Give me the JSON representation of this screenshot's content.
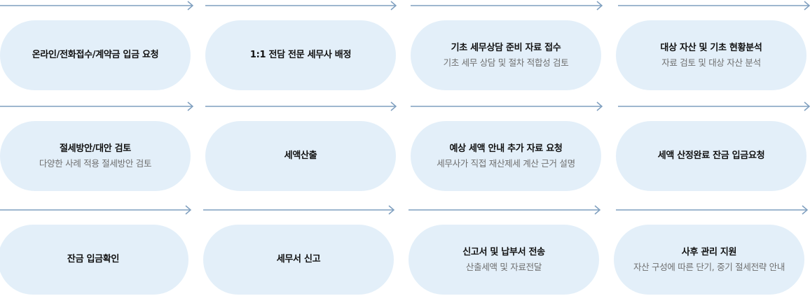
{
  "colors": {
    "pill_background": "#e3eff9",
    "arrow": "#7f9fbf",
    "title_text": "#111111",
    "subtitle_text": "#6f6f6f"
  },
  "rows": [
    {
      "steps": [
        {
          "title": "온라인/전화접수/계약금 입금 요청",
          "subtitle": ""
        },
        {
          "title": "1:1 전담 전문 세무사 배정",
          "subtitle": ""
        },
        {
          "title": "기초 세무상담 준비 자료 접수",
          "subtitle": "기초 세무 상담 및 절차 적합성 검토"
        },
        {
          "title": "대상 자산 및 기초 현황분석",
          "subtitle": "자료 검토 및 대상 자산 분석"
        }
      ]
    },
    {
      "steps": [
        {
          "title": "절세방안/대안 검토",
          "subtitle": "다양한 사례 적용 절세방안 검토"
        },
        {
          "title": "세액산출",
          "subtitle": ""
        },
        {
          "title": "예상 세액 안내 추가 자료 요청",
          "subtitle": "세무사가 직접 재산제세 계산 근거 설명"
        },
        {
          "title": "세액 산정완료 잔금 입금요청",
          "subtitle": ""
        }
      ]
    },
    {
      "steps": [
        {
          "title": "잔금 입금확인",
          "subtitle": ""
        },
        {
          "title": "세무서 신고",
          "subtitle": ""
        },
        {
          "title": "신고서 및 납부서 전송",
          "subtitle": "산출세액 및 자료전달"
        },
        {
          "title": "사후 관리 지원",
          "subtitle": "자산 구성에 따른 단기, 중기 절세전략 안내"
        }
      ]
    }
  ]
}
